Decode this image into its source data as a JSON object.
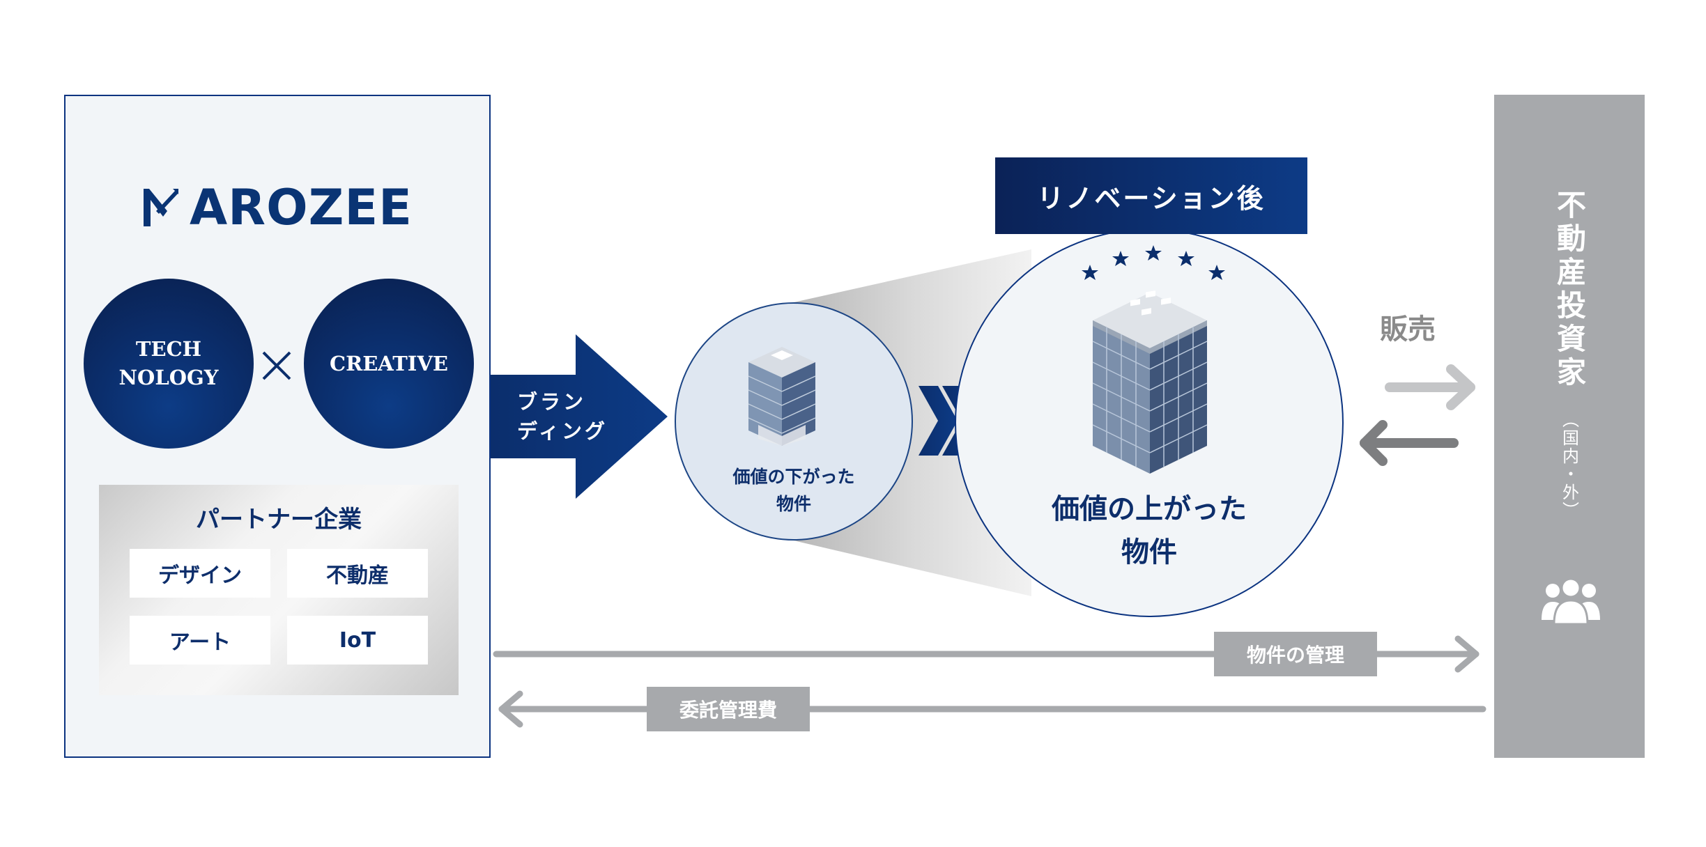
{
  "company": {
    "logo_text": "AROZEE",
    "skills": [
      "TECH\nNOLOGY",
      "CREATIVE"
    ],
    "partner_title": "パートナー企業",
    "partners": [
      "デザイン",
      "不動産",
      "アート",
      "IoT"
    ]
  },
  "branding": {
    "label": "ブラン\nディング"
  },
  "before": {
    "label": "価値の下がった\n物件"
  },
  "after": {
    "banner": "リノベーション後",
    "label": "価値の上がった\n物件"
  },
  "sale": {
    "label": "販売"
  },
  "investor": {
    "title": "不動産投資家",
    "subtitle": "（国内・外）"
  },
  "flows": {
    "management": "物件の管理",
    "fee": "委託管理費"
  },
  "colors": {
    "navy": "#0b2e6c",
    "gray": "#a7a9ac",
    "box_bg": "#f2f5f8"
  }
}
